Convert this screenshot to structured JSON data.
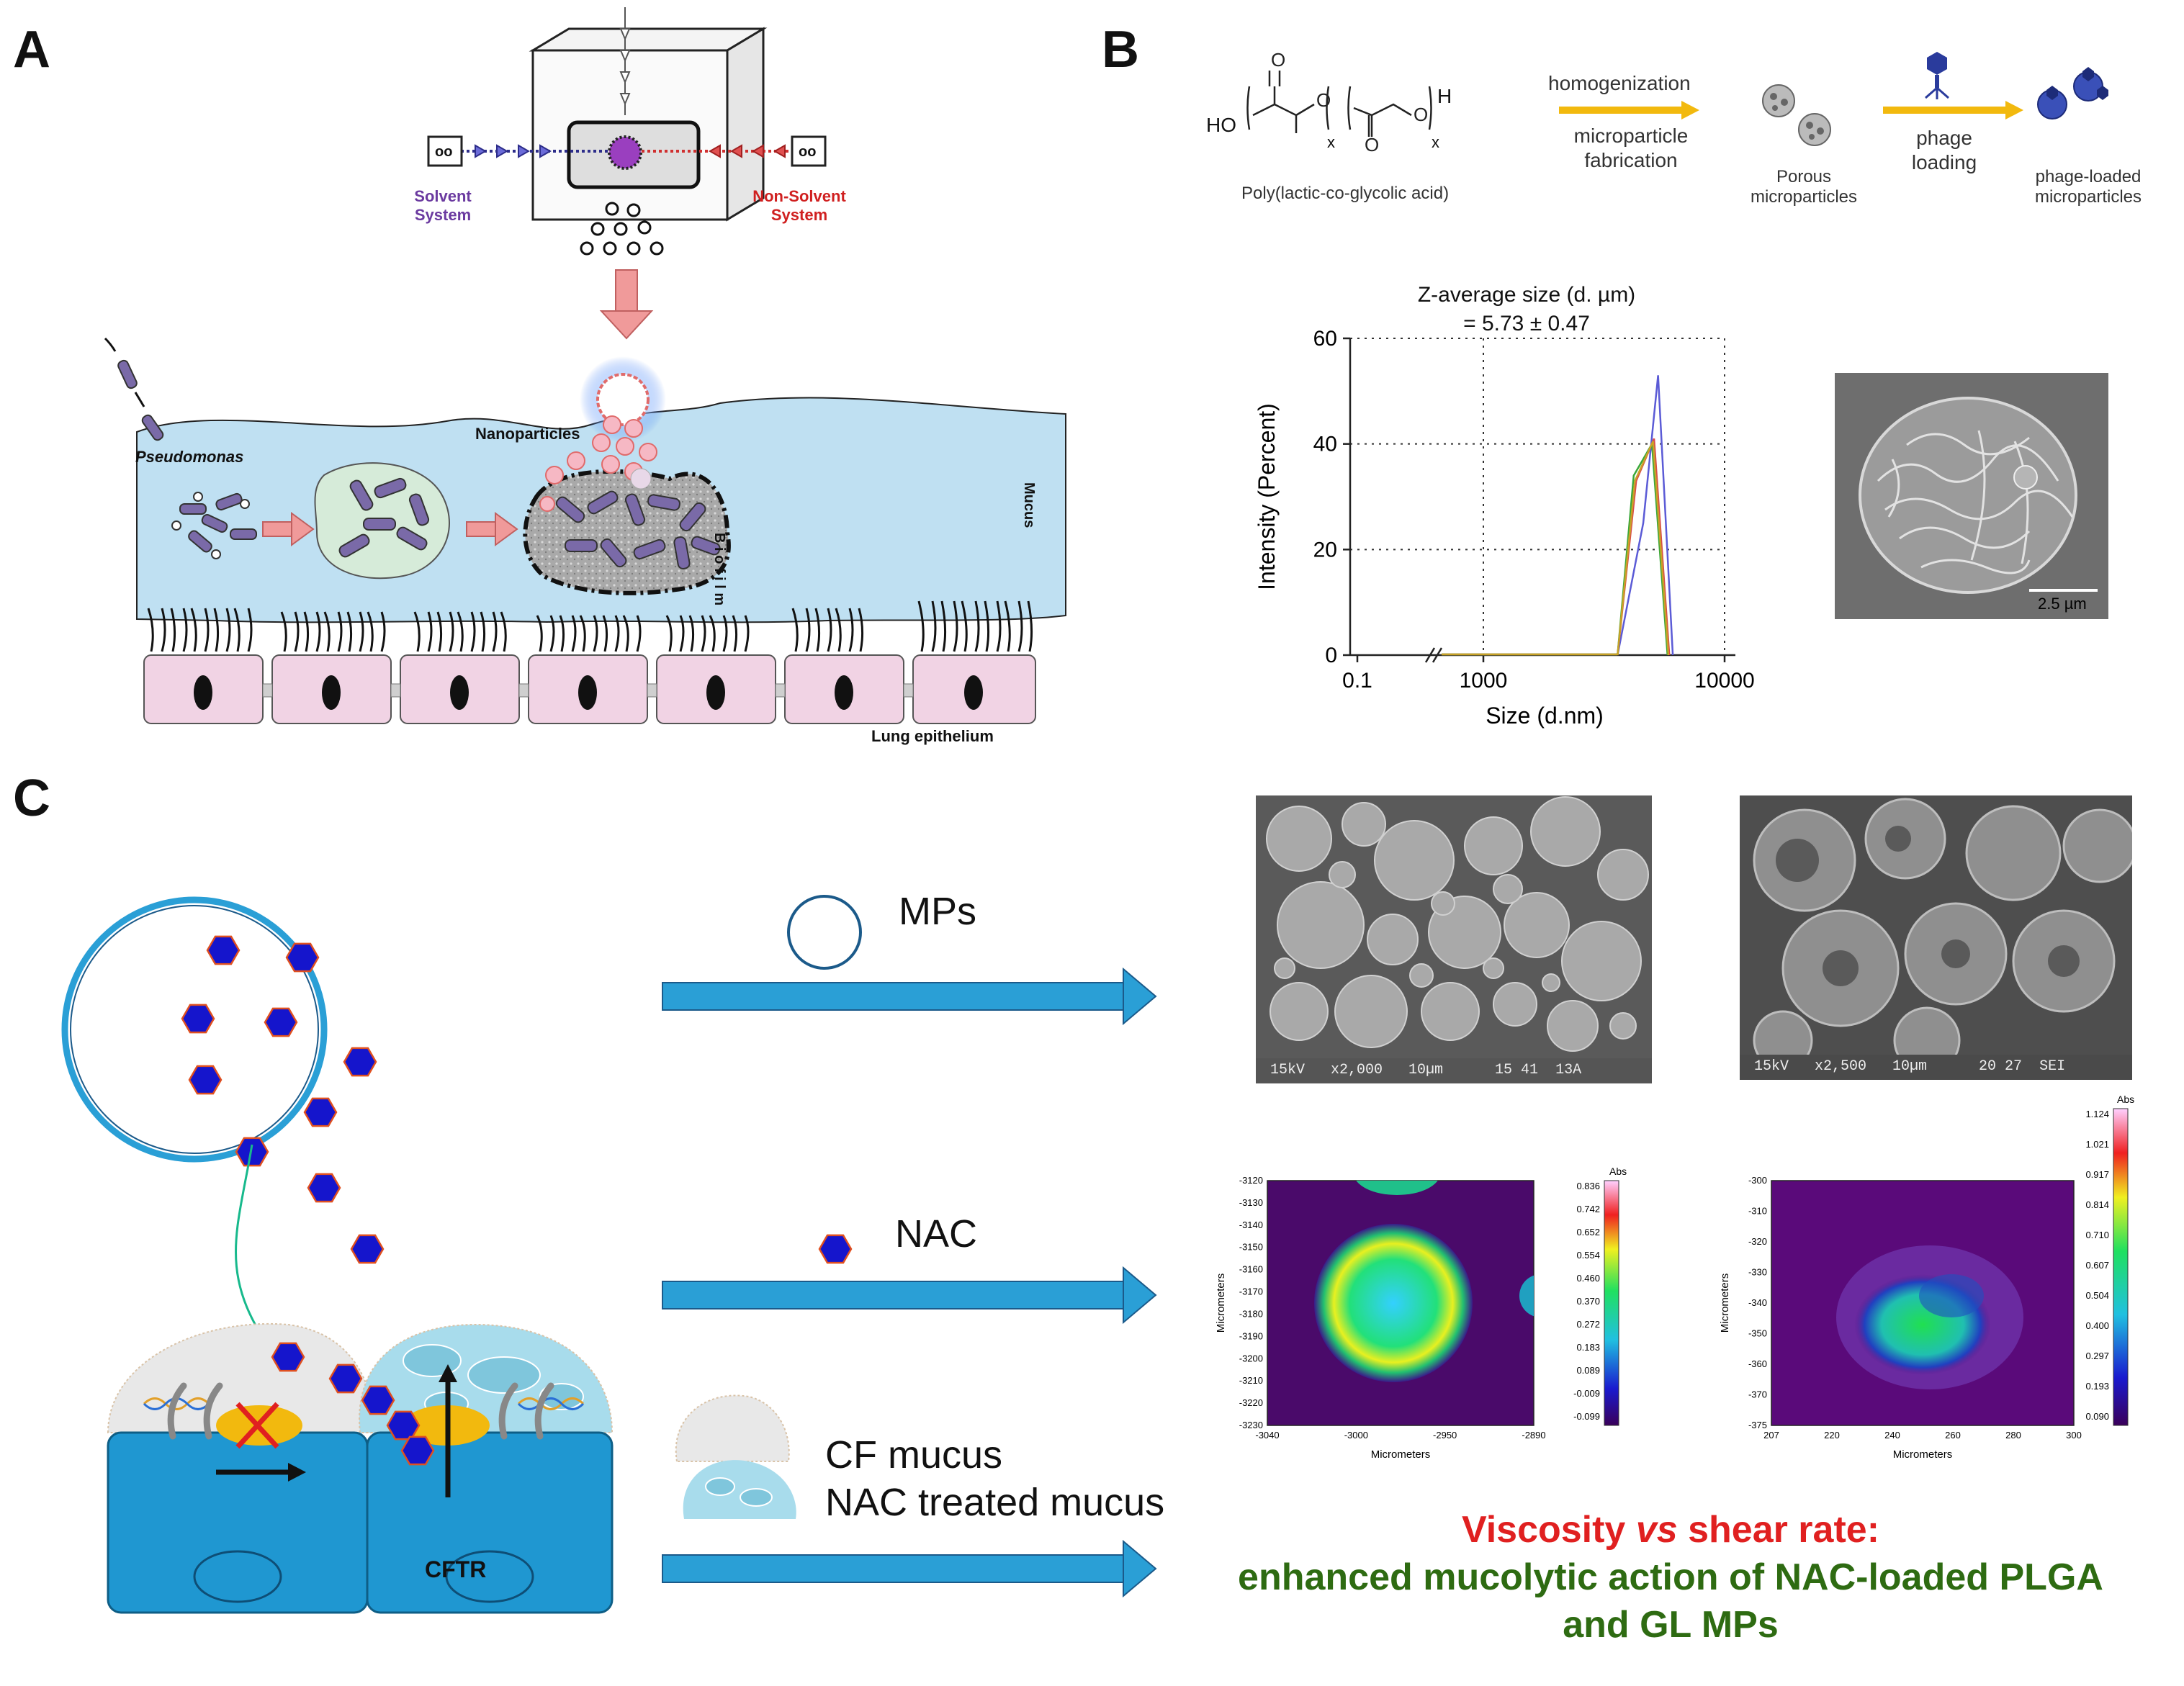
{
  "panels": {
    "a": {
      "label": "A"
    },
    "b": {
      "label": "B"
    },
    "c": {
      "label": "C"
    }
  },
  "panel_a": {
    "solvent_line1": "Solvent",
    "solvent_line2": "System",
    "nonsolvent_line1": "Non-Solvent",
    "nonsolvent_line2": "System",
    "pseudomonas": "Pseudomonas",
    "nanoparticles": "Nanoparticles",
    "biofilm": "B i o f i l m",
    "mucus": "Mucus",
    "lung": "Lung epithelium"
  },
  "panel_b": {
    "polymer_name": "Poly(lactic-co-glycolic acid)",
    "chem_ho": "HO",
    "chem_h": "H",
    "chem_x": "x",
    "chem_o": "O",
    "step1_top": "homogenization",
    "step1_bottom_1": "microparticle",
    "step1_bottom_2": "fabrication",
    "porous_1": "Porous",
    "porous_2": "microparticles",
    "step2_1": "phage",
    "step2_2": "loading",
    "loaded_1": "phage-loaded",
    "loaded_2": "microparticles",
    "sem_scale": "2.5 µm"
  },
  "chart_data": {
    "type": "line",
    "title_line1": "Z-average size (d. µm)",
    "title_line2": "= 5.73 ± 0.47",
    "xlabel": "Size (d.nm)",
    "ylabel": "Intensity (Percent)",
    "x_scale": "log",
    "x_ticks": [
      "0.1",
      "1000",
      "10000"
    ],
    "y_ticks": [
      "0",
      "20",
      "40",
      "60"
    ],
    "ylim": [
      0,
      60
    ],
    "grid": "dotted",
    "series": [
      {
        "color": "#5b5bd6",
        "x": [
          3600,
          4600,
          5300,
          6100
        ],
        "y": [
          0,
          25,
          53,
          0
        ]
      },
      {
        "color": "#d94a4a",
        "x": [
          3600,
          4300,
          5100,
          5900
        ],
        "y": [
          0,
          33,
          41,
          0
        ]
      },
      {
        "color": "#3aa83a",
        "x": [
          3600,
          4200,
          5000,
          5800
        ],
        "y": [
          0,
          34,
          40,
          0
        ]
      },
      {
        "color": "#c9a227",
        "x": [
          3600,
          4250,
          5050,
          5850
        ],
        "y": [
          0,
          33,
          40.5,
          0
        ]
      }
    ]
  },
  "panel_c": {
    "mps": "MPs",
    "nac": "NAC",
    "cf_mucus": "CF mucus",
    "nac_mucus": "NAC treated mucus",
    "cftr": "CFTR",
    "sem1_text": "15kV   x2,000   10µm      15 41  13A",
    "sem2_text": "15kV   x2,500   10µm      20 27  SEI",
    "conclusion_1a": "Viscosity ",
    "conclusion_1b": "vs",
    "conclusion_1c": " shear rate:",
    "conclusion_2": "enhanced mucolytic action of NAC-loaded PLGA",
    "conclusion_3": "and GL MPs"
  },
  "heatmap_1": {
    "yaxis": "Micrometers",
    "xaxis": "Micrometers",
    "y_ticks": [
      "-3120",
      "-3130",
      "-3140",
      "-3150",
      "-3160",
      "-3170",
      "-3180",
      "-3190",
      "-3200",
      "-3210",
      "-3220",
      "-3230"
    ],
    "x_ticks": [
      "-3040",
      "-3000",
      "-2950",
      "-2890"
    ],
    "scale_title": "Abs",
    "scale_ticks": [
      "0.836",
      "0.742",
      "0.652",
      "0.554",
      "0.460",
      "0.370",
      "0.272",
      "0.183",
      "0.089",
      "-0.009",
      "-0.099"
    ]
  },
  "heatmap_2": {
    "yaxis": "Micrometers",
    "xaxis": "Micrometers",
    "y_ticks": [
      "-300",
      "-310",
      "-320",
      "-330",
      "-340",
      "-350",
      "-360",
      "-370",
      "-375"
    ],
    "x_ticks": [
      "207",
      "220",
      "240",
      "260",
      "280",
      "300"
    ],
    "scale_title": "Abs",
    "scale_ticks": [
      "1.124",
      "1.021",
      "0.917",
      "0.814",
      "0.710",
      "0.607",
      "0.504",
      "0.400",
      "0.297",
      "0.193",
      "0.090"
    ]
  },
  "colors": {
    "mucus": "#bfe0f2",
    "biofilm": "#b8b8b8",
    "bacteria": "#7a6aa8",
    "arrow_blue": "#2a9fd6",
    "cell_blue": "#1f97d1",
    "hexagon": "#1515cc",
    "viscosity_red": "#e02020",
    "conclusion_green": "#2e6b12",
    "yellow": "#f2b90e"
  }
}
